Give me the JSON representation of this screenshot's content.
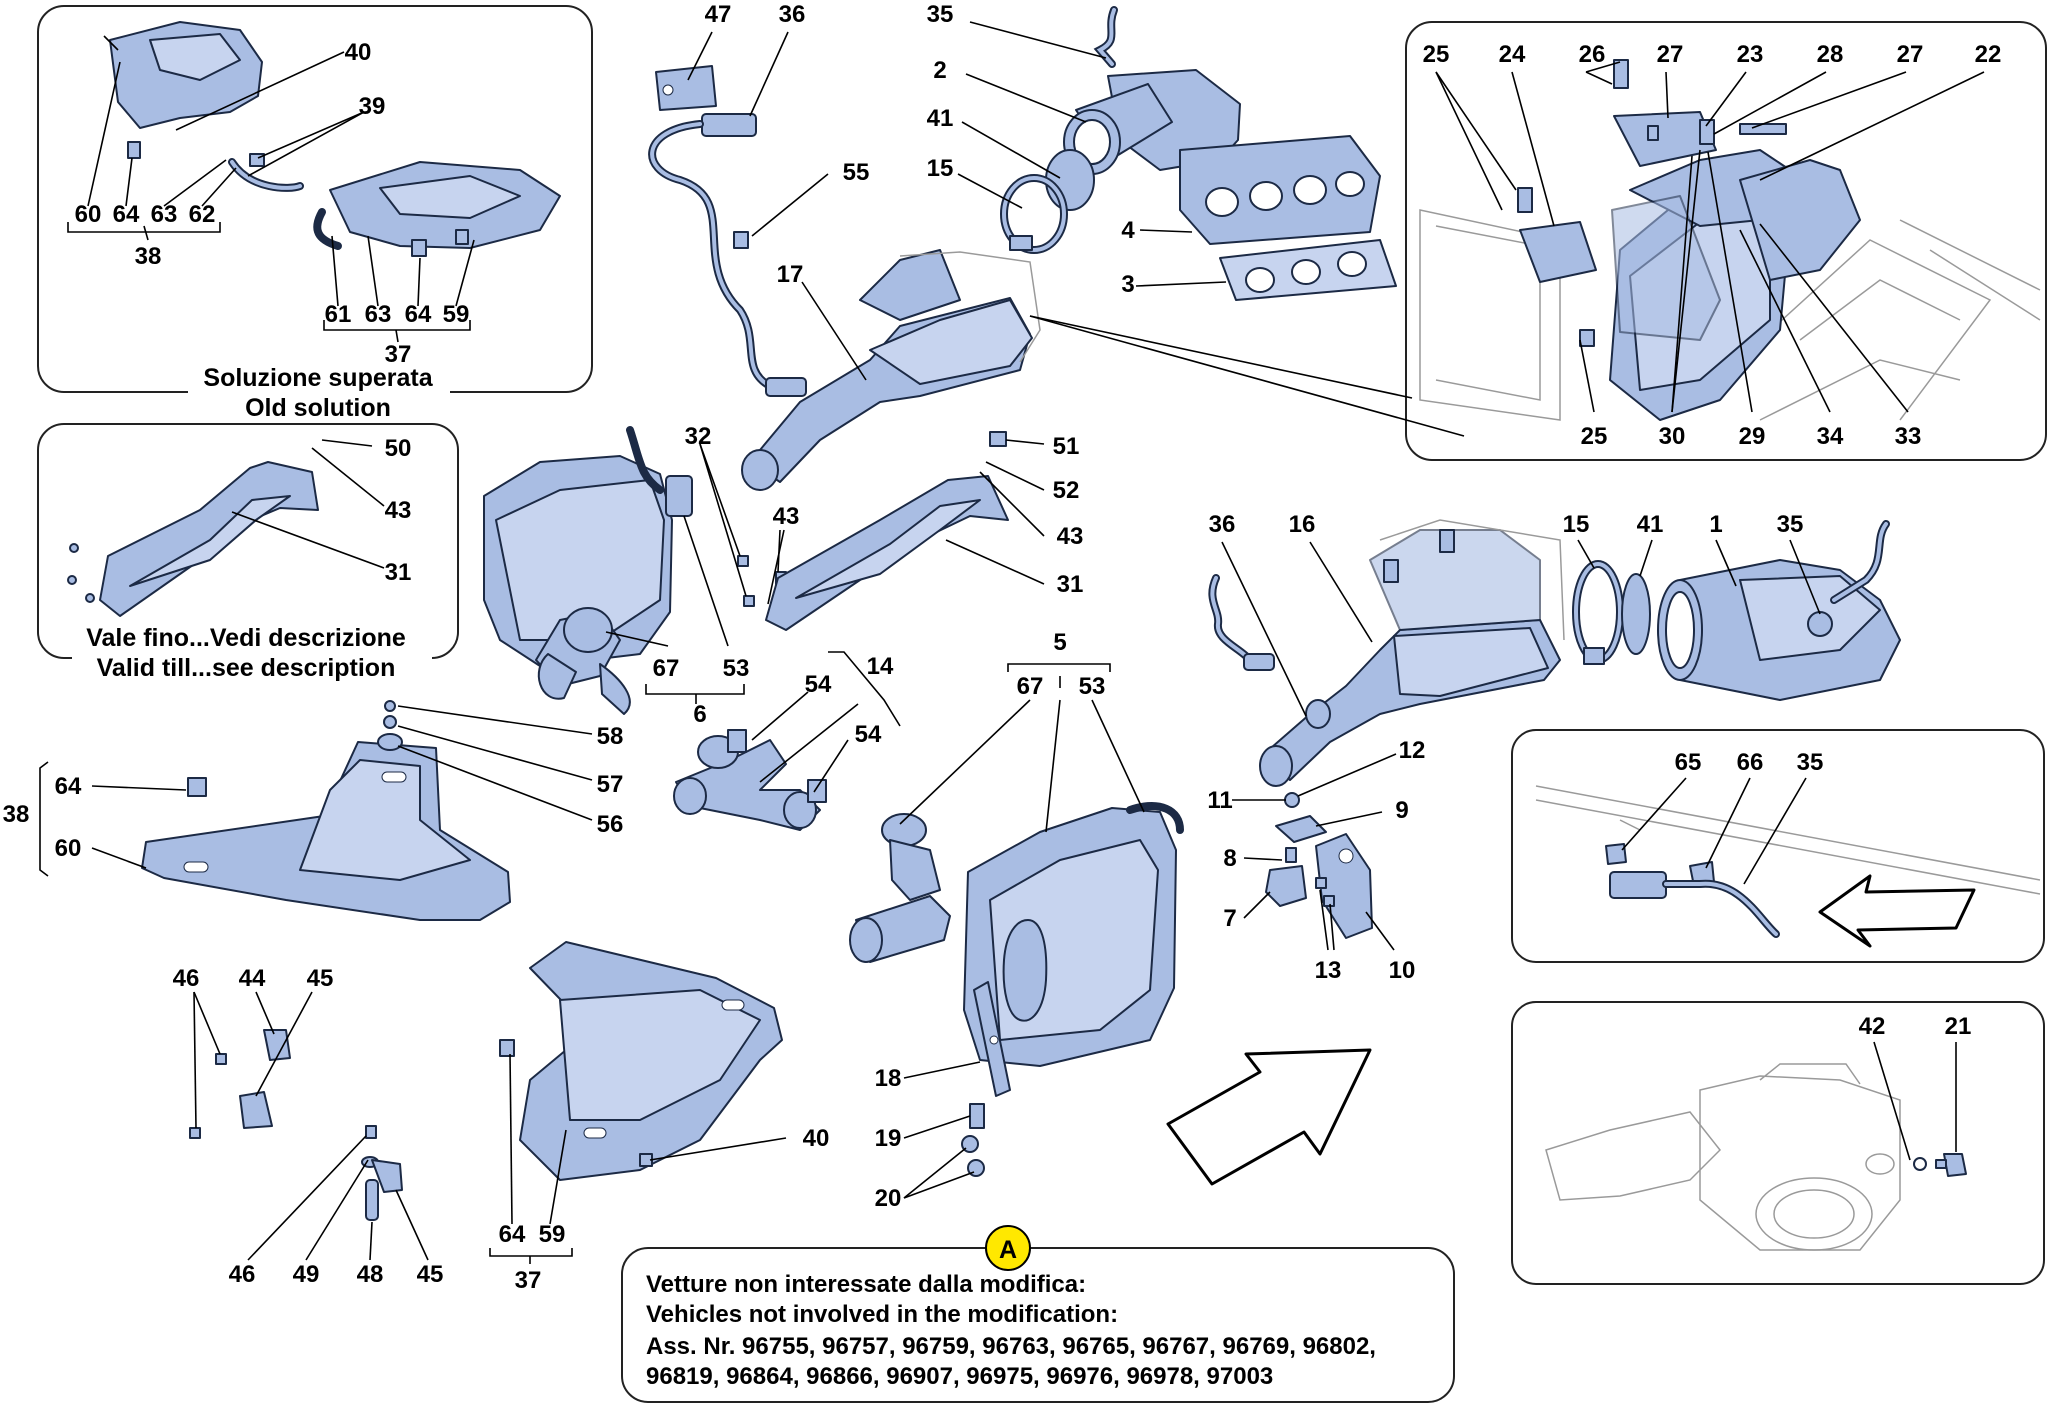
{
  "callouts": {
    "tl": [
      "40",
      "39",
      "60",
      "64",
      "63",
      "62",
      "38",
      "61",
      "63",
      "64",
      "59",
      "37"
    ],
    "ml": [
      "50",
      "43",
      "31"
    ],
    "bl": [
      "58",
      "57",
      "56",
      "64",
      "38",
      "60",
      "46",
      "44",
      "45",
      "46",
      "49",
      "48",
      "45",
      "64",
      "59",
      "37",
      "40"
    ],
    "c": [
      "47",
      "36",
      "35",
      "2",
      "41",
      "15",
      "4",
      "3",
      "55",
      "17",
      "32",
      "43",
      "51",
      "52",
      "43",
      "31",
      "67",
      "53",
      "6",
      "54",
      "14",
      "54"
    ],
    "bc": [
      "5",
      "67",
      "53",
      "18",
      "19",
      "20"
    ],
    "tr": [
      "25",
      "24",
      "26",
      "27",
      "23",
      "28",
      "27",
      "22",
      "25",
      "30",
      "29",
      "34",
      "33"
    ],
    "mr": [
      "36",
      "16",
      "15",
      "41",
      "1",
      "35",
      "12",
      "11",
      "9",
      "8",
      "7",
      "13",
      "10"
    ],
    "r2": [
      "65",
      "66",
      "35"
    ],
    "r3": [
      "42",
      "21"
    ]
  },
  "captions": {
    "old_it": "Soluzione superata",
    "old_en": "Old solution",
    "valid_it": "Vale fino...Vedi descrizione",
    "valid_en": "Valid till...see description"
  },
  "note": {
    "badge": "A",
    "line1": "Vetture non interessate dalla modifica:",
    "line2": "Vehicles not involved in the modification:",
    "line3": "Ass. Nr. 96755, 96757, 96759, 96763, 96765, 96767, 96769, 96802,",
    "line4": "96819, 96864, 96866, 96907, 96975, 96976, 96978, 97003"
  },
  "colors": {
    "part_fill": "#a9bde3",
    "badge_fill": "#ffe800"
  }
}
